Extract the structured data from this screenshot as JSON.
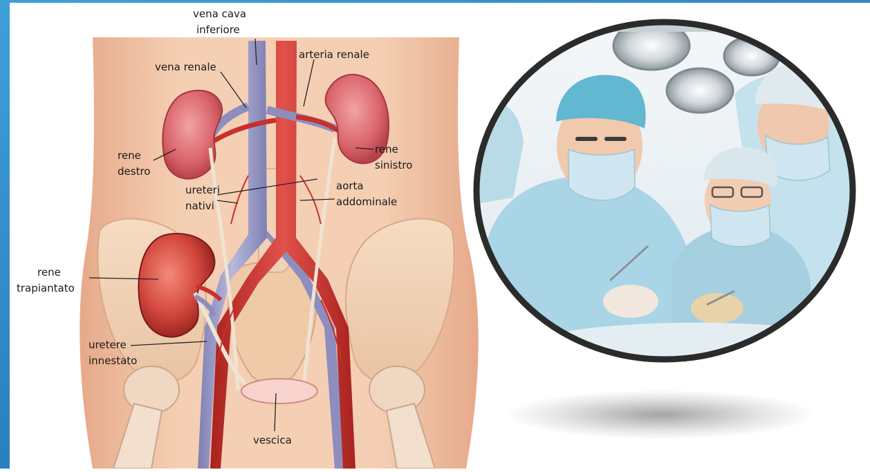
{
  "labels": {
    "vena_cava_1": "vena cava",
    "vena_cava_2": "inferiore",
    "vena_renale": "vena renale",
    "arteria_renale": "arteria renale",
    "rene_destro_1": "rene",
    "rene_destro_2": "destro",
    "rene_sinistro_1": "rene",
    "rene_sinistro_2": "sinistro",
    "ureteri_nativi_1": "ureteri",
    "ureteri_nativi_2": "nativi",
    "aorta_1": "aorta",
    "aorta_2": "addominale",
    "rene_trapiantato_1": "rene",
    "rene_trapiantato_2": "trapiantato",
    "uretere_innestato_1": "uretere",
    "uretere_innestato_2": "innestato",
    "vescica": "vescica"
  },
  "colors": {
    "frame": "#3f9fd8",
    "skin": "#f2c7a7",
    "kidney": "#d9636b",
    "transplant_kidney": "#c93a36",
    "artery": "#c8302b",
    "vein": "#9e9fc9",
    "scrubs": "#a9d5e6",
    "photo_ring": "#2b2b2b"
  }
}
